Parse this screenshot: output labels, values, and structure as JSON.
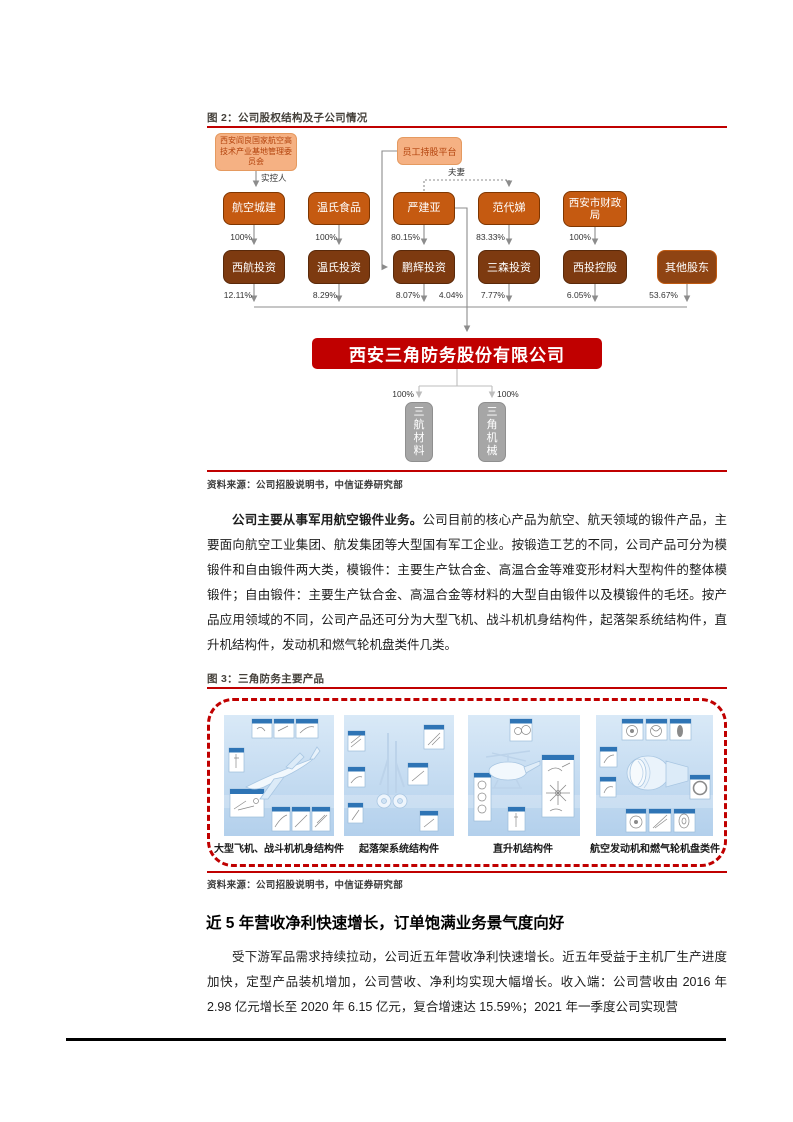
{
  "colors": {
    "accent_red": "#c00000",
    "orange_box": "#c55a11",
    "dark_box": "#7d3a10",
    "light_box": "#f5b183",
    "gray_box": "#a6a6a6"
  },
  "figure2": {
    "caption": "图 2：公司股权结构及子公司情况",
    "source": "资料来源：公司招股说明书，中信证券研究部",
    "diagram": {
      "actual_controller": "西安阎良国家航空高技术产业基地管理委员会",
      "employee_platform": "员工持股平台",
      "controller_label": "实控人",
      "spouse_label": "夫妻",
      "direct_percent": "4.04%",
      "columns": [
        {
          "parent": "航空城建",
          "parent_percent": "100%",
          "child": "西航投资",
          "child_percent": "12.11%"
        },
        {
          "parent": "温氏食品",
          "parent_percent": "100%",
          "child": "温氏投资",
          "child_percent": "8.29%"
        },
        {
          "parent": "严建亚",
          "parent_percent": "80.15%",
          "child": "鹏辉投资",
          "child_percent": "8.07%"
        },
        {
          "parent": "范代娣",
          "parent_percent": "83.33%",
          "child": "三森投资",
          "child_percent": "7.77%"
        },
        {
          "parent": "西安市财政局",
          "parent_percent": "100%",
          "child": "西投控股",
          "child_percent": "6.05%"
        },
        {
          "child": "其他股东",
          "child_percent": "53.67%"
        }
      ],
      "company": "西安三角防务股份有限公司",
      "subsidiaries": [
        {
          "label": "三航材料",
          "percent": "100%"
        },
        {
          "label": "三角机械",
          "percent": "100%"
        }
      ]
    }
  },
  "paragraph1": {
    "lead_bold": "公司主要从事军用航空锻件业务。",
    "rest": "公司目前的核心产品为航空、航天领域的锻件产品，主要面向航空工业集团、航发集团等大型国有军工企业。按锻造工艺的不同，公司产品可分为模锻件和自由锻件两大类，模锻件：主要生产钛合金、高温合金等难变形材料大型构件的整体模锻件；自由锻件：主要生产钛合金、高温合金等材料的大型自由锻件以及模锻件的毛坯。按产品应用领域的不同，公司产品还可分为大型飞机、战斗机机身结构件，起落架系统结构件，直升机结构件，发动机和燃气轮机盘类件几类。"
  },
  "figure3": {
    "caption": "图 3：三角防务主要产品",
    "source": "资料来源：公司招股说明书，中信证券研究部",
    "products": [
      "大型飞机、战斗机机身结构件",
      "起落架系统结构件",
      "直升机结构件",
      "航空发动机和燃气轮机盘类件"
    ]
  },
  "section": {
    "heading": "近 5 年营收净利快速增长，订单饱满业务景气度向好",
    "paragraph": "受下游军品需求持续拉动，公司近五年营收净利快速增长。近五年受益于主机厂生产进度加快，定型产品装机增加，公司营收、净利均实现大幅增长。收入端：公司营收由 2016 年 2.98 亿元增长至 2020 年 6.15 亿元，复合增速达 15.59%；2021 年一季度公司实现营"
  }
}
